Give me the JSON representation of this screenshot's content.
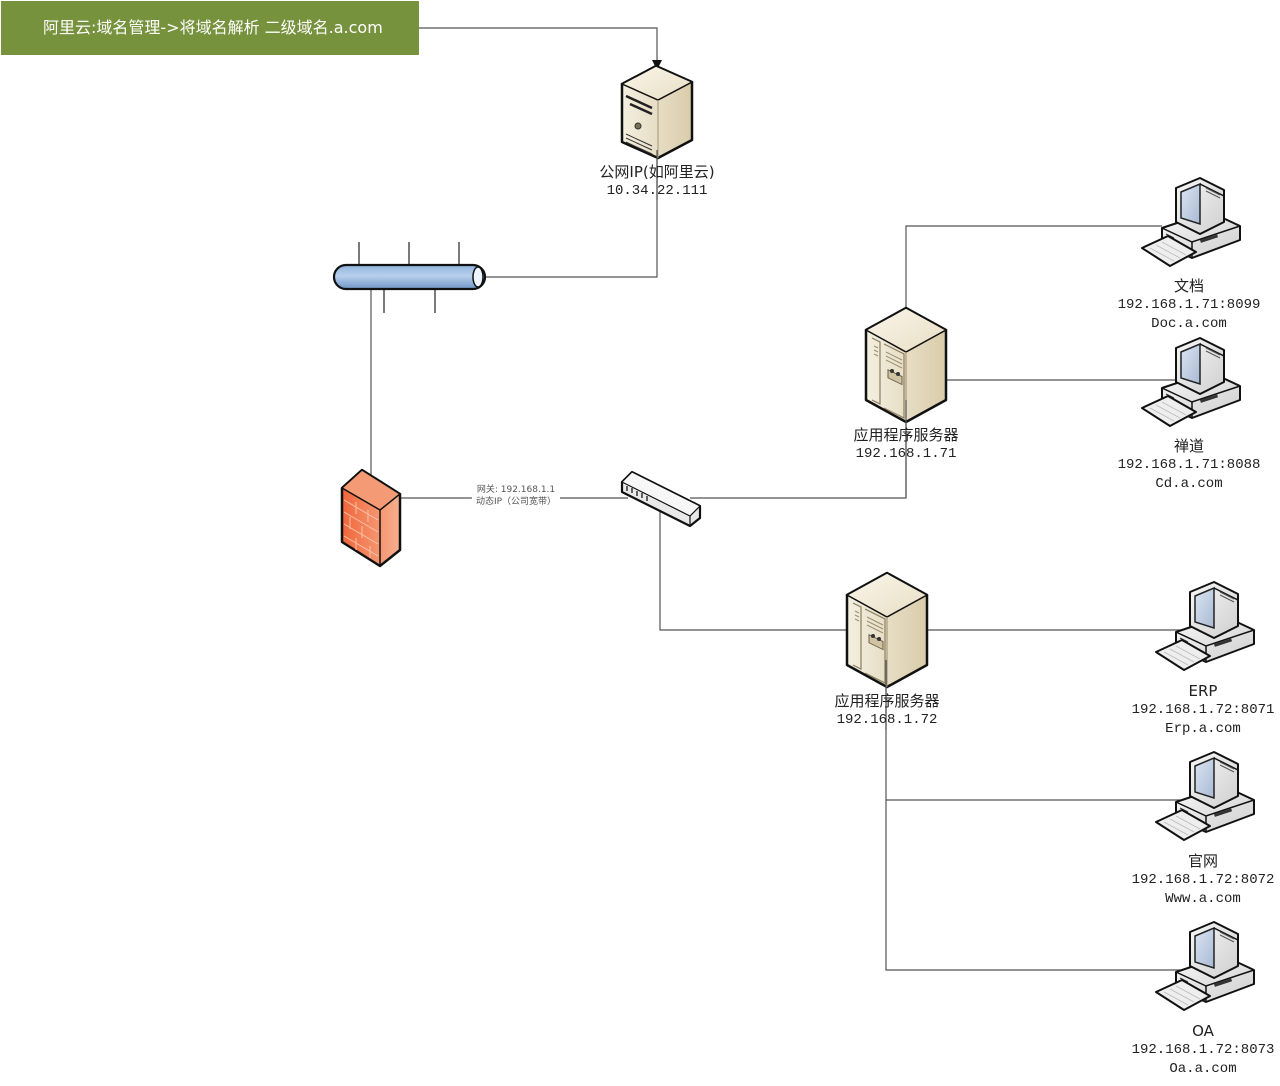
{
  "banner": {
    "text": "阿里云:域名管理->将域名解析 二级域名.a.com",
    "color": "#76923c"
  },
  "nodes": {
    "public_server": {
      "name": "公网IP(如阿里云)",
      "ip": "10.34.22.111"
    },
    "gateway_link": {
      "line1": "网关: 192.168.1.1",
      "line2": "动态IP（公司宽带）"
    },
    "app_server_1": {
      "name": "应用程序服务器",
      "ip": "192.168.1.71"
    },
    "app_server_2": {
      "name": "应用程序服务器",
      "ip": "192.168.1.72"
    },
    "clients": [
      {
        "name": "文档",
        "address": "192.168.1.71:8099",
        "domain": "Doc.a.com"
      },
      {
        "name": "禅道",
        "address": "192.168.1.71:8088",
        "domain": "Cd.a.com"
      },
      {
        "name": "ERP",
        "address": "192.168.1.72:8071",
        "domain": "Erp.a.com"
      },
      {
        "name": "官网",
        "address": "192.168.1.72:8072",
        "domain": "Www.a.com"
      },
      {
        "name": "OA",
        "address": "192.168.1.72:8073",
        "domain": "Oa.a.com"
      }
    ]
  },
  "icons": {
    "public_server": "tower-server-icon",
    "backbone": "network-bus-icon",
    "firewall": "firewall-icon",
    "switch": "network-switch-icon",
    "app_server": "rack-server-icon",
    "client": "desktop-computer-icon"
  }
}
